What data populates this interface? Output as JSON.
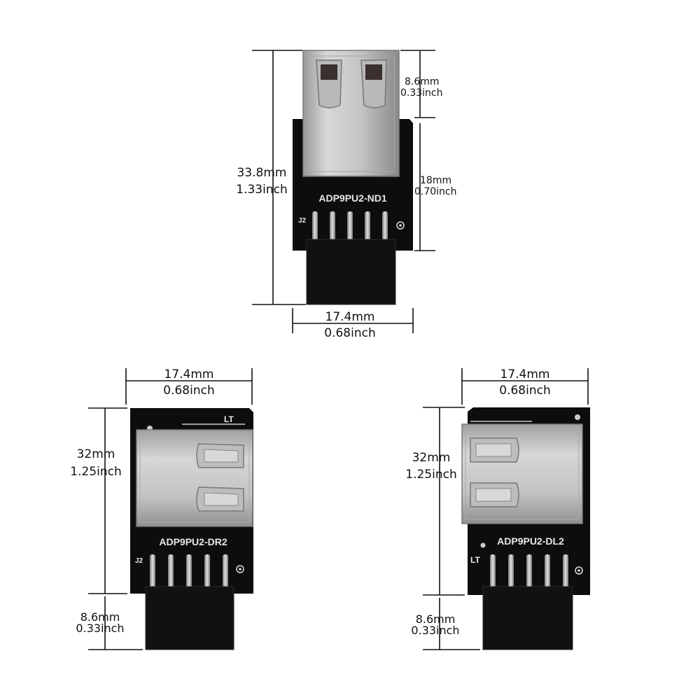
{
  "adapters": [
    {
      "model": "ADP9PU2-ND1",
      "header_label": "J2",
      "dims": {
        "height_mm": "33.8mm",
        "height_in": "1.33inch",
        "port_mm": "8.6mm",
        "port_in": "0.33inch",
        "board_mm": "18mm",
        "board_in": "0.70inch",
        "width_mm": "17.4mm",
        "width_in": "0.68inch"
      }
    },
    {
      "model": "ADP9PU2-DR2",
      "header_label": "J2",
      "side_label": "LT",
      "dims": {
        "width_mm": "17.4mm",
        "width_in": "0.68inch",
        "height_mm": "32mm",
        "height_in": "1.25inch",
        "header_mm": "8.6mm",
        "header_in": "0.33inch"
      }
    },
    {
      "model": "ADP9PU2-DL2",
      "header_label": "LT",
      "dims": {
        "width_mm": "17.4mm",
        "width_in": "0.68inch",
        "height_mm": "32mm",
        "height_in": "1.25inch",
        "header_mm": "8.6mm",
        "header_in": "0.33inch"
      }
    }
  ],
  "colors": {
    "pcb": "#0d0d0d",
    "metal": "#c9c9c9",
    "metal_dark": "#8e8e8e",
    "header": "#111111",
    "pin": "#b8b8b8"
  }
}
